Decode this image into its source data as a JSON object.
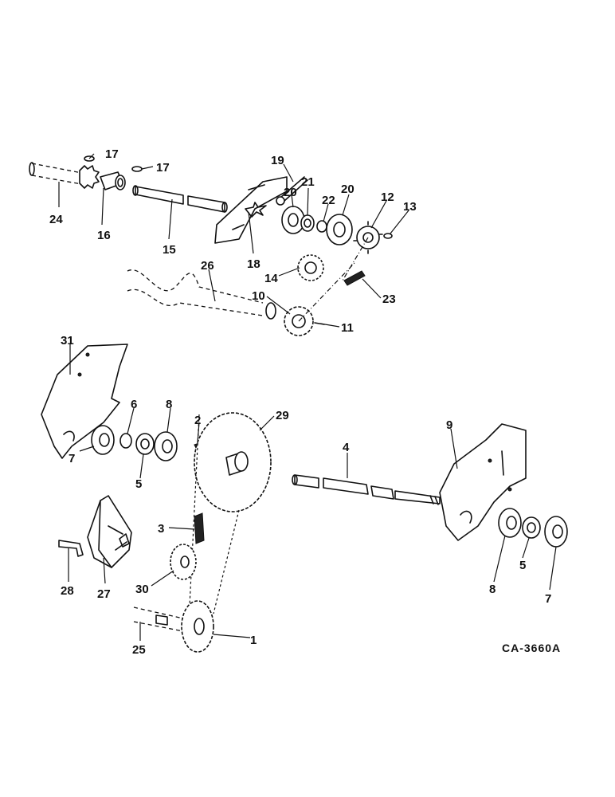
{
  "drawing_code": "CA-3660A",
  "callouts": [
    "1",
    "2",
    "3",
    "4",
    "5",
    "5",
    "6",
    "7",
    "7",
    "8",
    "8",
    "9",
    "10",
    "11",
    "12",
    "13",
    "14",
    "15",
    "16",
    "17",
    "17",
    "18",
    "19",
    "20",
    "20",
    "21",
    "22",
    "23",
    "24",
    "25",
    "26",
    "27",
    "28",
    "29",
    "30",
    "31"
  ]
}
